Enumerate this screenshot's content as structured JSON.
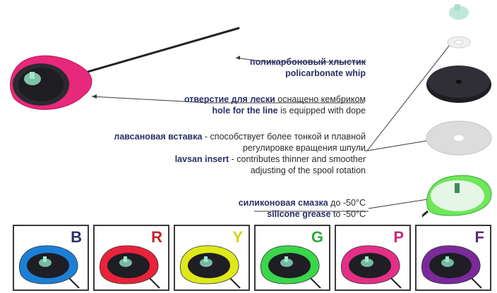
{
  "callouts": {
    "whip": {
      "ru": "поликарбоновый хлыстик",
      "en": "policarbonate whip"
    },
    "hole": {
      "ru_bold": "отверстие для лески",
      "ru_rest": " оснащено кембриком",
      "en_bold": "hole for the line",
      "en_rest": " is equipped with dope"
    },
    "insert": {
      "ru_bold": "лавсановая вставка",
      "ru_rest": " - способствует более тонкой и плавной",
      "ru_line2": "регулировке вращения шпули",
      "en_bold": "lavsan insert",
      "en_rest": " - contributes thinner and smoother",
      "en_line2": "adjusting of the spool rotation"
    },
    "grease": {
      "ru_bold": "силиконовая смазка",
      "ru_rest": " до -50°С",
      "en_bold": "silicone grease",
      "en_rest": " to -50°С"
    }
  },
  "variants": [
    {
      "letter": "B",
      "color": "#1c7fd6",
      "letter_color": "#2a2f66"
    },
    {
      "letter": "R",
      "color": "#e8233a",
      "letter_color": "#c8222f"
    },
    {
      "letter": "Y",
      "color": "#dfe81a",
      "letter_color": "#d8d21a"
    },
    {
      "letter": "G",
      "color": "#3ad64a",
      "letter_color": "#2fa83a"
    },
    {
      "letter": "P",
      "color": "#e42f86",
      "letter_color": "#c42a7c"
    },
    {
      "letter": "F",
      "color": "#7a2a9a",
      "letter_color": "#5b2a7a"
    }
  ],
  "colors": {
    "main_reel": "#e8287a",
    "green_reel": "#6ee85a"
  }
}
